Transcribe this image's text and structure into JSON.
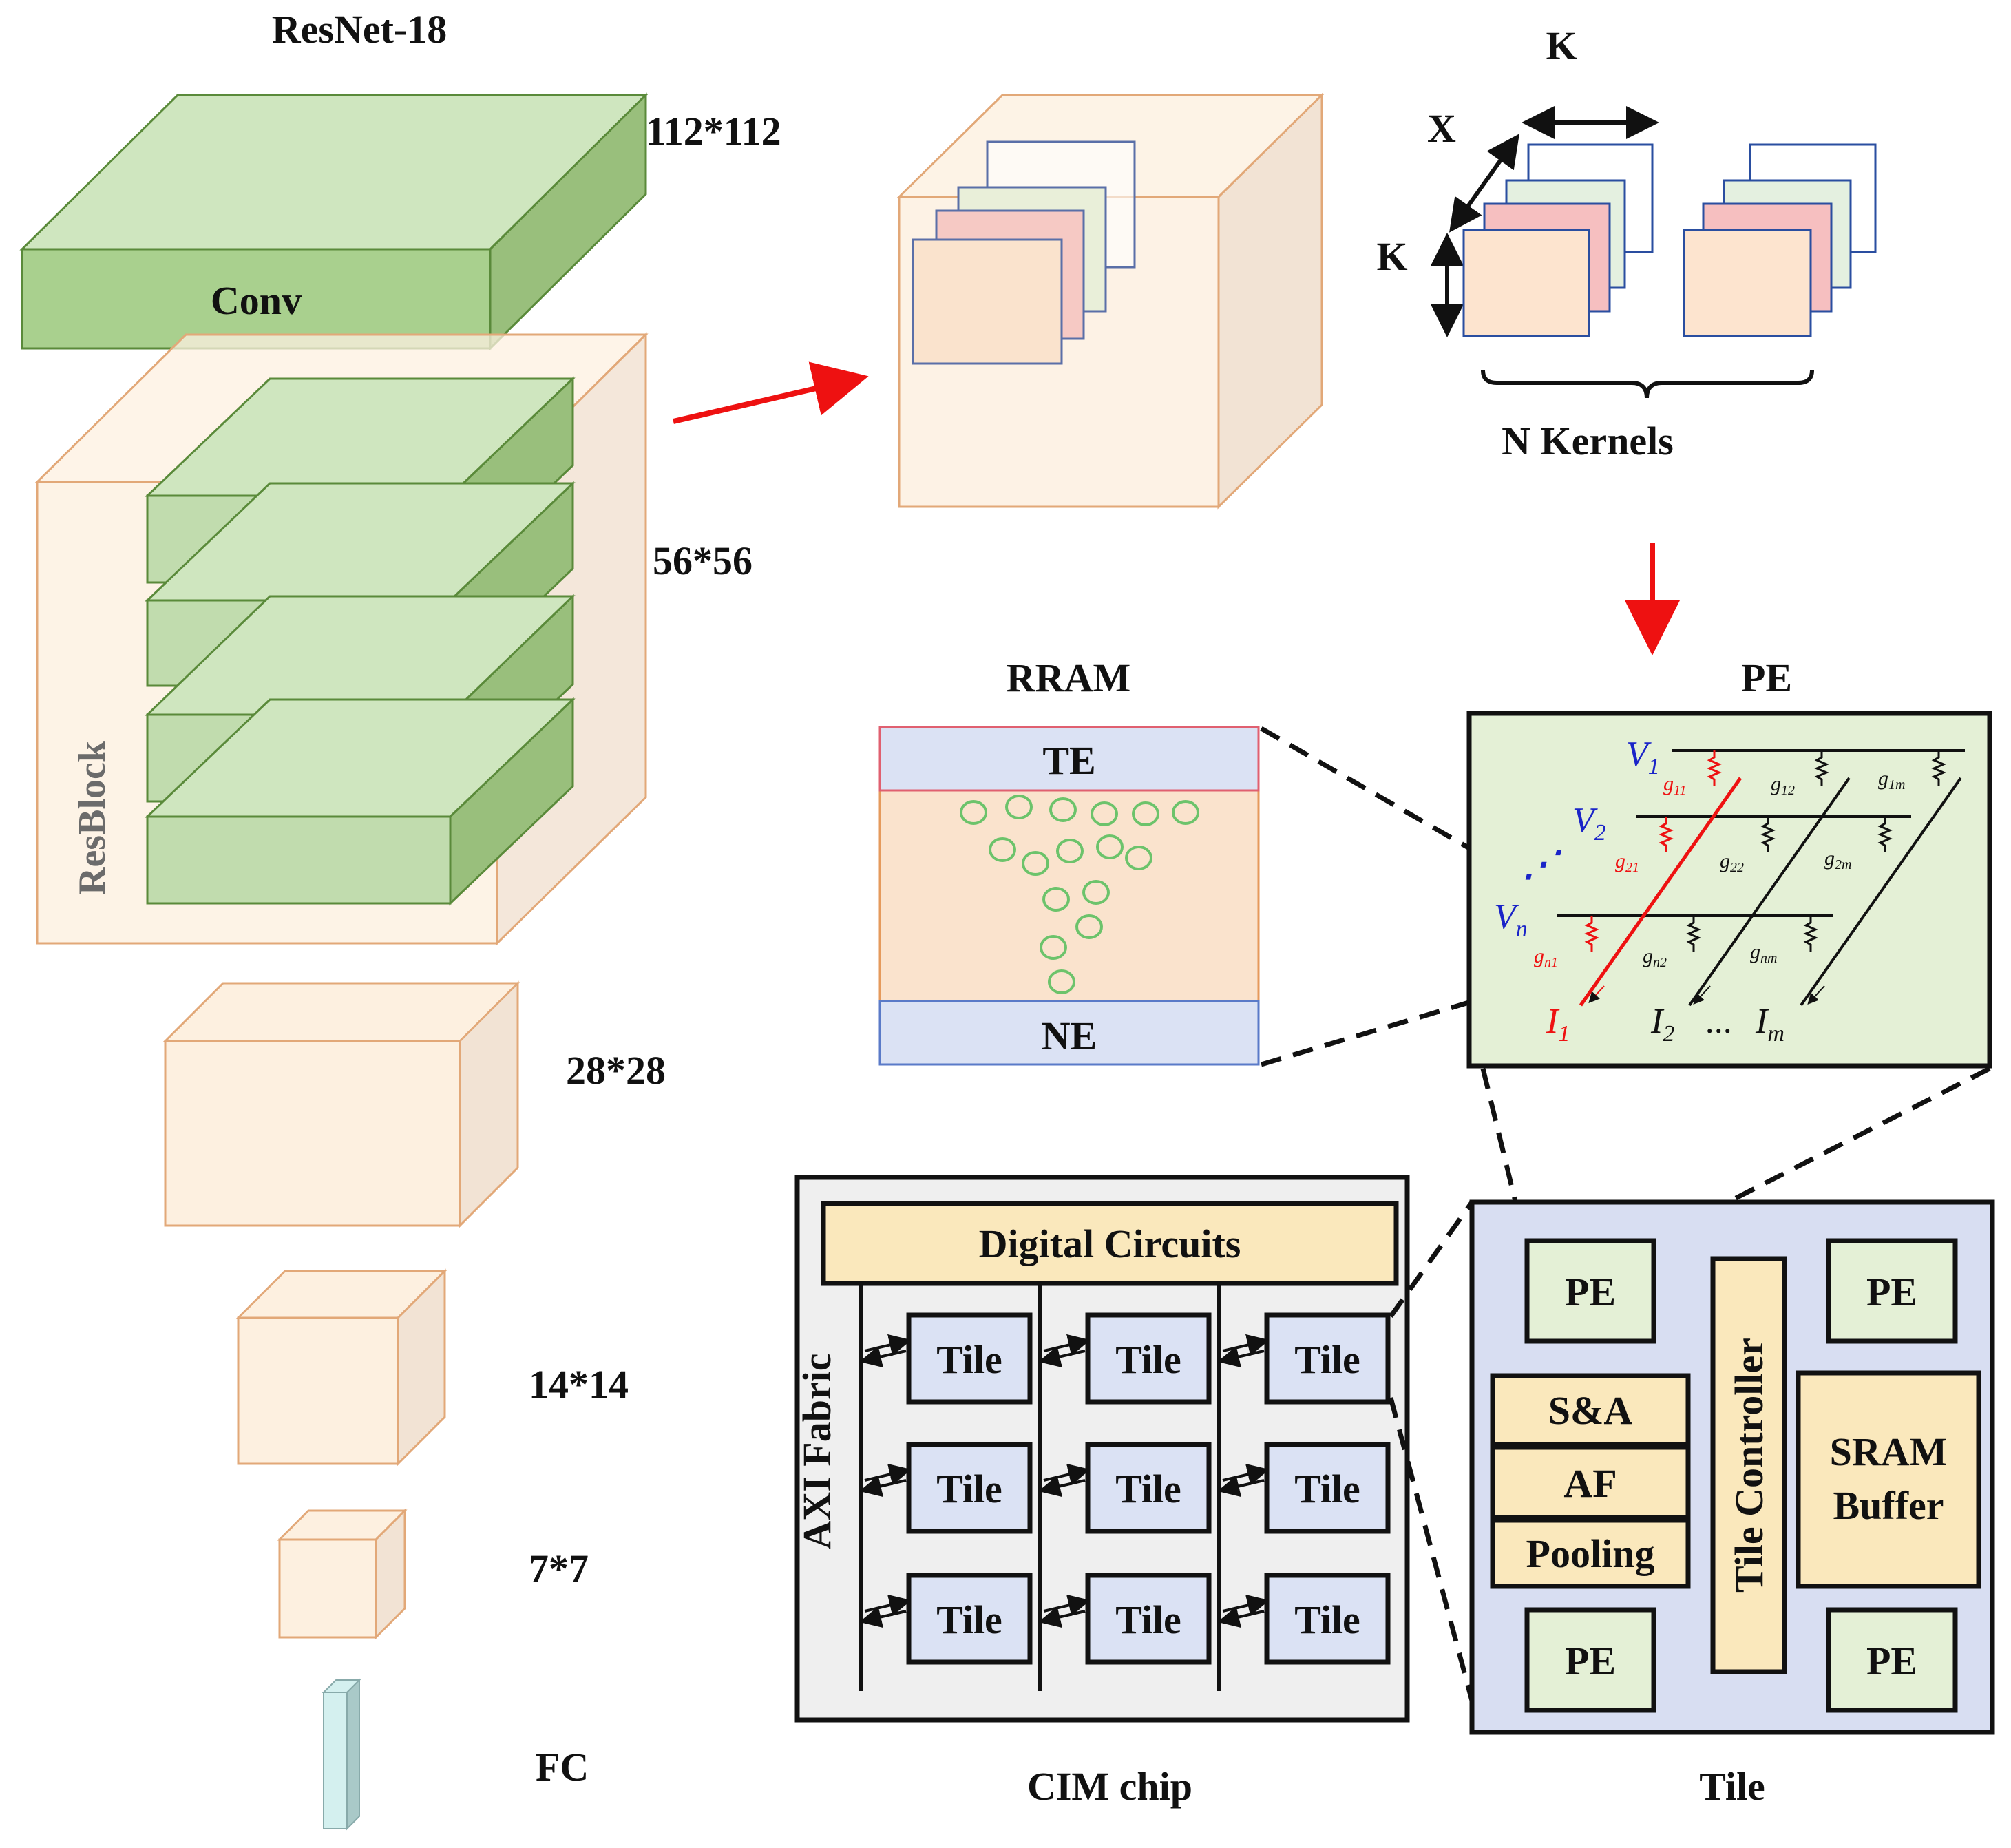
{
  "resnet": {
    "title": "ResNet-18",
    "conv_label": "Conv",
    "resblock_label": "ResBlock",
    "sizes": [
      "112*112",
      "56*56",
      "28*28",
      "14*14",
      "7*7"
    ],
    "fc_label": "FC"
  },
  "kernels": {
    "k_top": "K",
    "x_label": "X",
    "k_left": "K",
    "n_kernels": "N Kernels"
  },
  "rram": {
    "title": "RRAM",
    "te": "TE",
    "ne": "NE"
  },
  "pe": {
    "title": "PE",
    "voltages": [
      {
        "base": "V",
        "sub": "1"
      },
      {
        "base": "V",
        "sub": "2"
      },
      {
        "base": "V",
        "sub": "n"
      }
    ],
    "conductances": {
      "g11": {
        "base": "g",
        "sub": "11"
      },
      "g12": {
        "base": "g",
        "sub": "12"
      },
      "g1m": {
        "base": "g",
        "sub": "1m"
      },
      "g21": {
        "base": "g",
        "sub": "21"
      },
      "g22": {
        "base": "g",
        "sub": "22"
      },
      "g2m": {
        "base": "g",
        "sub": "2m"
      },
      "gn1": {
        "base": "g",
        "sub": "n1"
      },
      "gn2": {
        "base": "g",
        "sub": "n2"
      },
      "gnm": {
        "base": "g",
        "sub": "nm"
      }
    },
    "currents": [
      {
        "base": "I",
        "sub": "1"
      },
      {
        "base": "I",
        "sub": "2"
      },
      {
        "base": "I",
        "sub": "m"
      }
    ],
    "dots": "...",
    "vdots": "⋰"
  },
  "cim_chip": {
    "caption": "CIM chip",
    "digital_circuits": "Digital Circuits",
    "fabric": "AXI Fabric",
    "tile_label": "Tile"
  },
  "tile": {
    "caption": "Tile",
    "pe_label": "PE",
    "sa": "S&A",
    "af": "AF",
    "pooling": "Pooling",
    "controller": "Tile Controller",
    "sram_line1": "SRAM",
    "sram_line2": "Buffer"
  },
  "colors": {
    "green_fill": "#cfe6bf",
    "green_side": "#99bf7c",
    "green_stroke": "#5a8a3a",
    "peach_fill": "#fdf0e0",
    "peach_side": "#f2e3d4",
    "peach_stroke": "#e2a878",
    "arrow_red": "#ee1111",
    "blue_fill": "#dbe2f4",
    "blue_stroke": "#2a3a8a",
    "pe_bg": "#e4f0d6",
    "tile_bg": "#d8def2",
    "chip_bg": "#efefef",
    "yellow": "#fae8bc"
  }
}
